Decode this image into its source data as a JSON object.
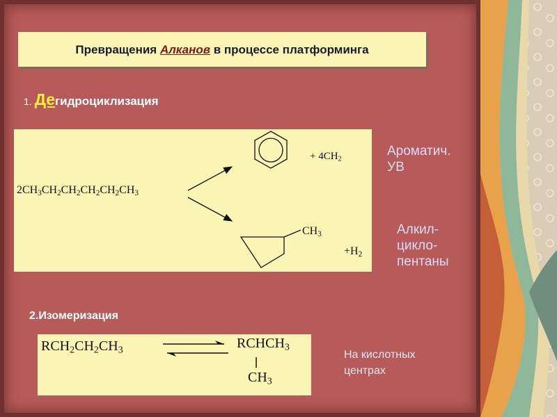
{
  "slide": {
    "title_pre": "Превращения ",
    "title_highlight": "Алканов",
    "title_post": " в процессе платформинга",
    "section1": {
      "number": "1. ",
      "big": "Де",
      "rest": "гидроциклизация"
    },
    "reactant": {
      "a": "2CH",
      "b": "3",
      "c": "CH",
      "d": "2",
      "e": "CH",
      "f": "2",
      "g": "CH",
      "h": "2",
      "i": "CH",
      "j": "2",
      "k": "CH",
      "l": "3"
    },
    "product1": {
      "a": "+ 4CH",
      "b": "2"
    },
    "product2_label": {
      "a": "CH",
      "b": "3"
    },
    "product2_extra": {
      "a": "+H",
      "b": "2"
    },
    "note1": [
      "Ароматич.",
      "УВ"
    ],
    "note2": [
      "Алкил-",
      "цикло-",
      "пентаны"
    ],
    "section2": "2.Изомеризация",
    "iso_left": {
      "a": "RCH",
      "b": "2",
      "c": "CH",
      "d": "2",
      "e": "CH",
      "f": "3"
    },
    "iso_right_top": {
      "a": "RCHCH",
      "b": "3"
    },
    "iso_right_bottom": {
      "a": "CH",
      "b": "3"
    },
    "note3": [
      "На кислотных",
      "центрах"
    ]
  }
}
